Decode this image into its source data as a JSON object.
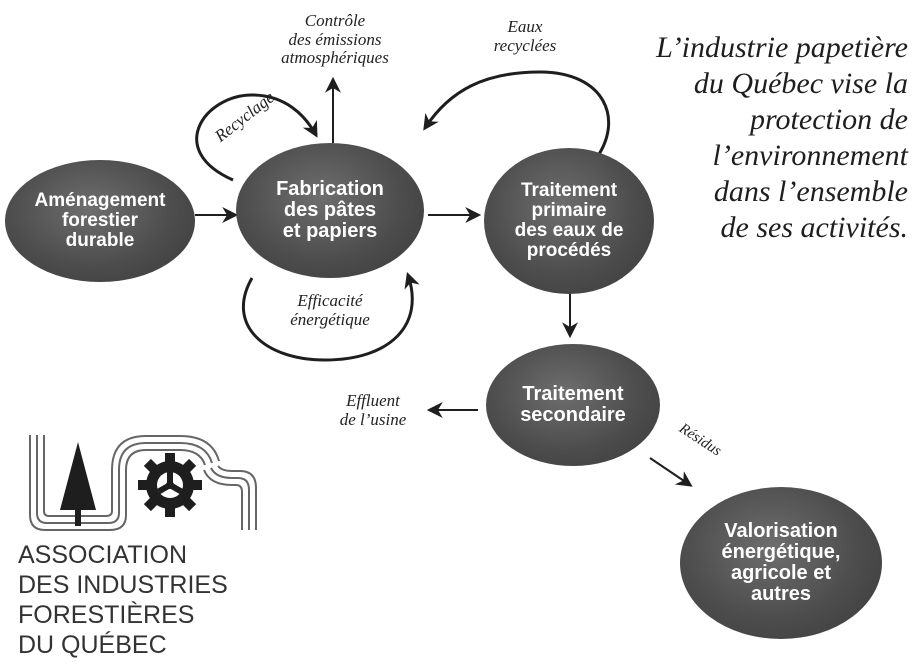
{
  "nodes": {
    "amenagement": "Aménagement\nforestier\ndurable",
    "fabrication": "Fabrication\ndes pâtes\net papiers",
    "traitement_primaire": "Traitement\nprimaire\ndes eaux de\nprocédés",
    "traitement_secondaire": "Traitement\nsecondaire",
    "valorisation": "Valorisation\nénergétique,\nagricole et\nautres"
  },
  "labels": {
    "controle": "Contrôle\ndes émissions\natmosphériques",
    "eaux_recyclees": "Eaux\nrecyclées",
    "recyclage": "Recyclage",
    "efficacite": "Efficacité\nénergétique",
    "effluent": "Effluent\nde l’usine",
    "residus": "Résidus"
  },
  "tagline": "L’industrie papetière\ndu Québec vise la\nprotection de\nl’environnement\ndans l’ensemble\nde ses activités.",
  "association": "ASSOCIATION\nDES INDUSTRIES\nFORESTIÈRES\nDU QUÉBEC",
  "colors": {
    "node_fill": "#4d4d4d",
    "node_text": "#ffffff",
    "ink": "#1e1e1e",
    "background": "#ffffff"
  }
}
